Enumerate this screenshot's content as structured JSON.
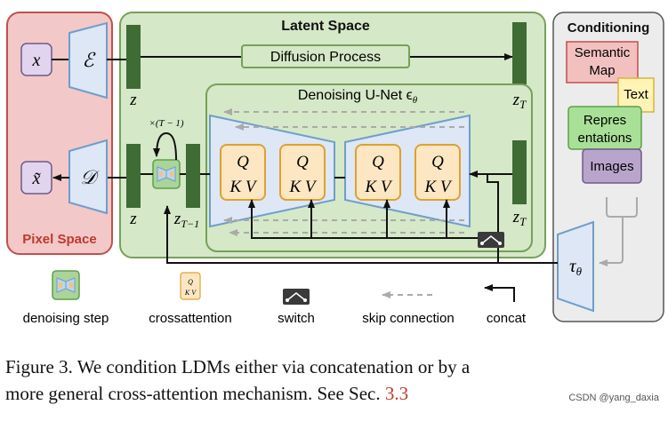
{
  "panels": {
    "pixel_space": "Pixel Space",
    "latent_space": "Latent Space",
    "conditioning": "Conditioning"
  },
  "symbols": {
    "x": "x",
    "x_tilde": "x̃",
    "encoder": "ℰ",
    "decoder": "𝒟",
    "z_top": "z",
    "z_bottom": "z",
    "z_T_top": "z",
    "z_T_top_sub": "T",
    "z_T_bottom": "z",
    "z_T_bottom_sub": "T",
    "z_T_minus_1": "z",
    "z_T_minus_1_sub": "T−1",
    "loop": "×(T − 1)",
    "tau": "τ",
    "tau_sub": "θ",
    "q": "Q",
    "kv": "K V"
  },
  "diffusion_process": "Diffusion Process",
  "unet_title": "Denoising U-Net ϵ",
  "unet_title_sub": "θ",
  "conditioning_items": {
    "semantic_map_line1": "Semantic",
    "semantic_map_line2": "Map",
    "text": "Text",
    "representations_line1": "Repres",
    "representations_line2": "entations",
    "images": "Images"
  },
  "legend": {
    "denoising_step": "denoising step",
    "crossattention": "crossattention",
    "switch": "switch",
    "skip_connection": "skip connection",
    "concat": "concat"
  },
  "caption": {
    "line1": "Figure 3.   We condition LDMs either via concatenation or by a",
    "line2_text": "more general cross-attention mechanism. See Sec. ",
    "line2_ref": "3.3"
  },
  "watermark": "CSDN @yang_daxia",
  "colors": {
    "pixel_fill": "#f3c8c8",
    "pixel_stroke": "#c0504d",
    "latent_fill": "#d5e8c8",
    "latent_stroke": "#77a05a",
    "conditioning_fill": "#ececec",
    "unet_stroke": "#6f9eca",
    "unet_fill": "#dde7f5",
    "latent_bar": "#3f6b35",
    "attention_fill": "#fde7c2",
    "attention_stroke": "#e0a030",
    "semantic_fill": "#f3c0c0",
    "text_fill": "#fff3b5",
    "repr_fill": "#a9e098",
    "images_fill": "#b9a5cc"
  }
}
